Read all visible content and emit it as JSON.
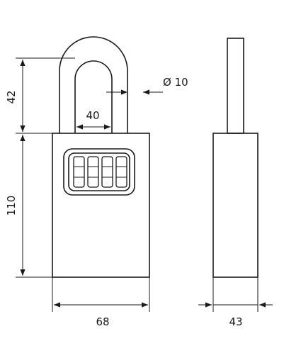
{
  "dimensions": {
    "shackle_height": "42",
    "body_height": "110",
    "shackle_inner_width": "40",
    "shackle_diameter": "Ø 10",
    "body_width": "68",
    "body_depth": "43"
  },
  "colors": {
    "stroke": "#1a1a1a",
    "background": "#ffffff"
  }
}
